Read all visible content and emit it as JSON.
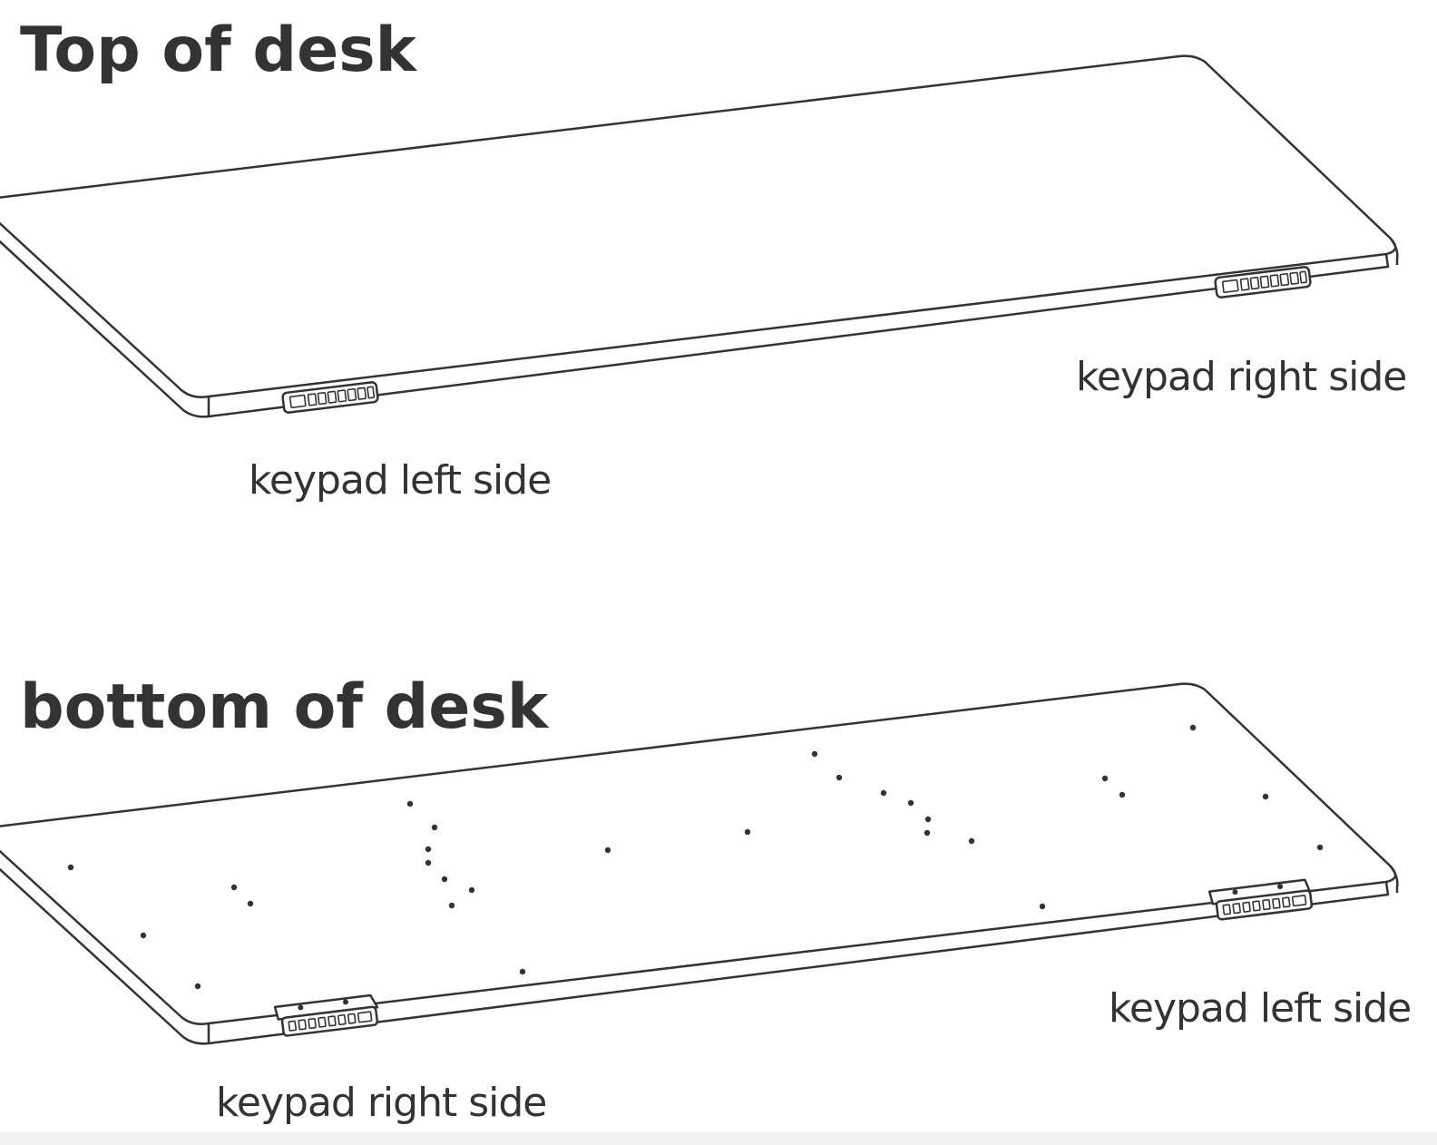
{
  "top_section": {
    "heading": "Top of desk",
    "label_right": "keypad right side",
    "label_left": "keypad left side"
  },
  "bottom_section": {
    "heading": "bottom of desk",
    "label_left": "keypad left side",
    "label_right": "keypad right side"
  },
  "colors": {
    "line": "#333333",
    "text": "#333333",
    "background": "#ffffff"
  }
}
